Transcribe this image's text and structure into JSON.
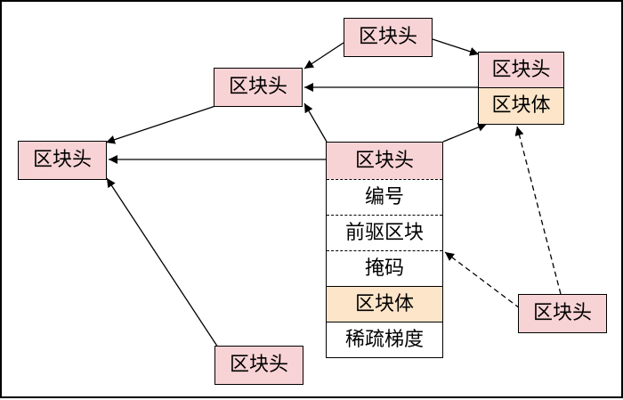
{
  "blocks": {
    "top": "区块头",
    "mid": "区块头",
    "left": "区块头",
    "bottom": "区块头",
    "bottom_right": "区块头",
    "right_head": "区块头",
    "right_body": "区块体"
  },
  "center_block": {
    "head": "区块头",
    "number": "编号",
    "prev": "前驱区块",
    "mask": "掩码",
    "body": "区块体",
    "gradient": "稀疏梯度"
  },
  "colors": {
    "header": "#f8d3d5",
    "body": "#fce5c9",
    "line": "#000000"
  }
}
